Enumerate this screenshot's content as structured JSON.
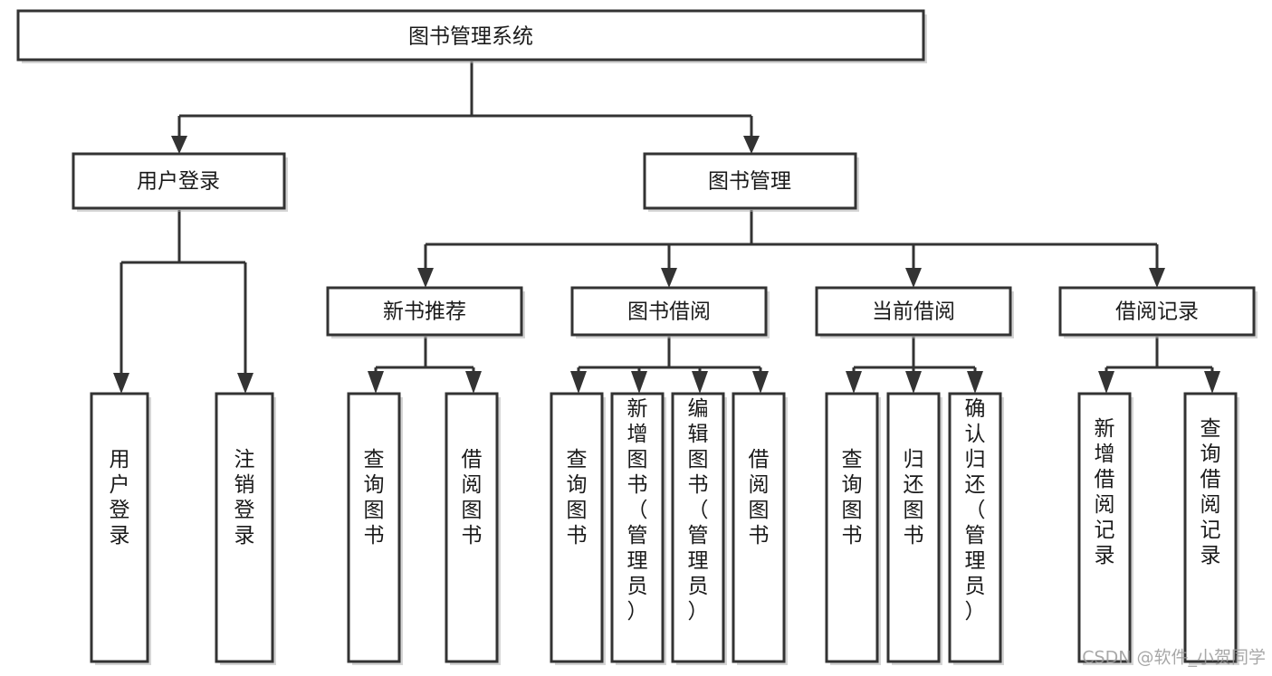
{
  "diagram": {
    "title": "图书管理系统",
    "orientation": "top-down-tree",
    "style": {
      "box_fill": "#ffffff",
      "box_stroke": "#333333",
      "text_color": "#1a1a1a",
      "background": "#ffffff",
      "shadow_color": "#b3b3b3"
    },
    "nodes": {
      "root": {
        "label": "图书管理系统",
        "level": 1,
        "text_orientation": "horizontal"
      },
      "l2_a": {
        "label": "用户登录",
        "level": 2,
        "text_orientation": "horizontal"
      },
      "l2_b": {
        "label": "图书管理",
        "level": 2,
        "text_orientation": "horizontal"
      },
      "l3_a": {
        "label": "新书推荐",
        "level": 3,
        "text_orientation": "horizontal"
      },
      "l3_b": {
        "label": "图书借阅",
        "level": 3,
        "text_orientation": "horizontal"
      },
      "l3_c": {
        "label": "当前借阅",
        "level": 3,
        "text_orientation": "horizontal"
      },
      "l3_d": {
        "label": "借阅记录",
        "level": 3,
        "text_orientation": "horizontal"
      },
      "leaf_1": {
        "label": "用户登录",
        "level": 4,
        "text_orientation": "vertical",
        "parent": "用户登录"
      },
      "leaf_2": {
        "label": "注销登录",
        "level": 4,
        "text_orientation": "vertical",
        "parent": "用户登录"
      },
      "leaf_3": {
        "label": "查询图书",
        "level": 4,
        "text_orientation": "vertical",
        "parent": "新书推荐"
      },
      "leaf_4": {
        "label": "借阅图书",
        "level": 4,
        "text_orientation": "vertical",
        "parent": "新书推荐"
      },
      "leaf_5": {
        "label": "查询图书",
        "level": 4,
        "text_orientation": "vertical",
        "parent": "图书借阅"
      },
      "leaf_6": {
        "label": "新增图书（管理员）",
        "level": 4,
        "text_orientation": "vertical",
        "parent": "图书借阅"
      },
      "leaf_7": {
        "label": "编辑图书（管理员）",
        "level": 4,
        "text_orientation": "vertical",
        "parent": "图书借阅"
      },
      "leaf_8": {
        "label": "借阅图书",
        "level": 4,
        "text_orientation": "vertical",
        "parent": "图书借阅"
      },
      "leaf_9": {
        "label": "查询图书",
        "level": 4,
        "text_orientation": "vertical",
        "parent": "当前借阅"
      },
      "leaf_10": {
        "label": "归还图书",
        "level": 4,
        "text_orientation": "vertical",
        "parent": "当前借阅"
      },
      "leaf_11": {
        "label": "确认归还（管理员）",
        "level": 4,
        "text_orientation": "vertical",
        "parent": "当前借阅"
      },
      "leaf_12": {
        "label": "新增借阅记录",
        "level": 4,
        "text_orientation": "vertical",
        "parent": "借阅记录"
      },
      "leaf_13": {
        "label": "查询借阅记录",
        "level": 4,
        "text_orientation": "vertical",
        "parent": "借阅记录"
      }
    }
  },
  "watermark": {
    "text": "CSDN @软件_小贺同学"
  }
}
